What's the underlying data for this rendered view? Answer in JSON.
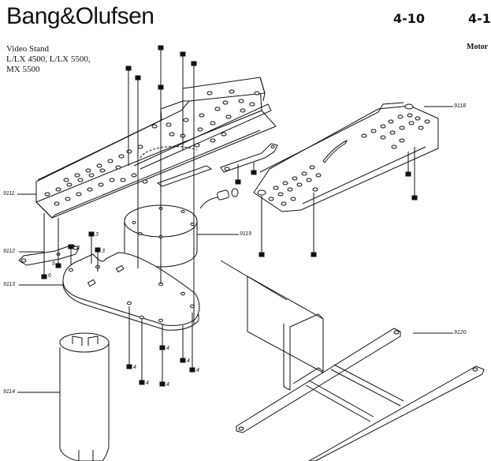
{
  "header": {
    "brand": "Bang&Olufsen",
    "page_left": "4-10",
    "page_right": "4-1"
  },
  "document": {
    "title_line1": "Video Stand",
    "title_line2": "L/LX 4500, L/LX 5500,",
    "title_line3": "MX 5500",
    "right_column_title": "Motor"
  },
  "callouts": {
    "c9111": "9111",
    "c9112": "9112",
    "c9113": "9113",
    "c9114": "9114",
    "c9118": "9118",
    "c9119": "9119",
    "c9120": "9120"
  },
  "screw_labels": {
    "s3": "3",
    "s4": "4",
    "s6": "6"
  },
  "colors": {
    "ink": "#111111",
    "paper": "#ffffff"
  }
}
